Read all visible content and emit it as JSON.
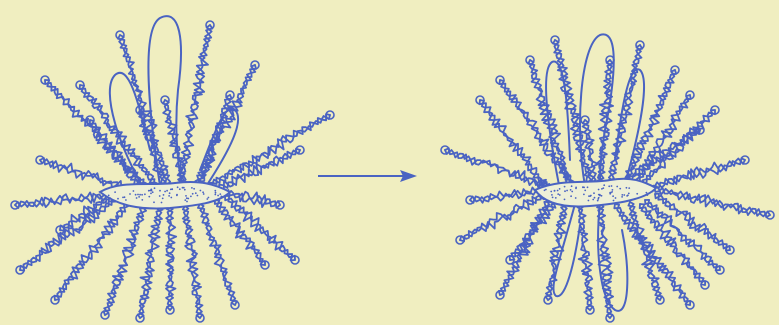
{
  "diagram": {
    "colors": {
      "background": "#f0eec0",
      "ink": "#4a63c2",
      "core_fill": "#eef0d8",
      "speckle": "#4a63c2"
    },
    "figures": [
      {
        "id": "before-structure",
        "strand_count": 24,
        "loops": 3
      },
      {
        "id": "after-structure",
        "strand_count": 26,
        "loops": 5
      }
    ],
    "arrow": {
      "direction": "right"
    }
  }
}
